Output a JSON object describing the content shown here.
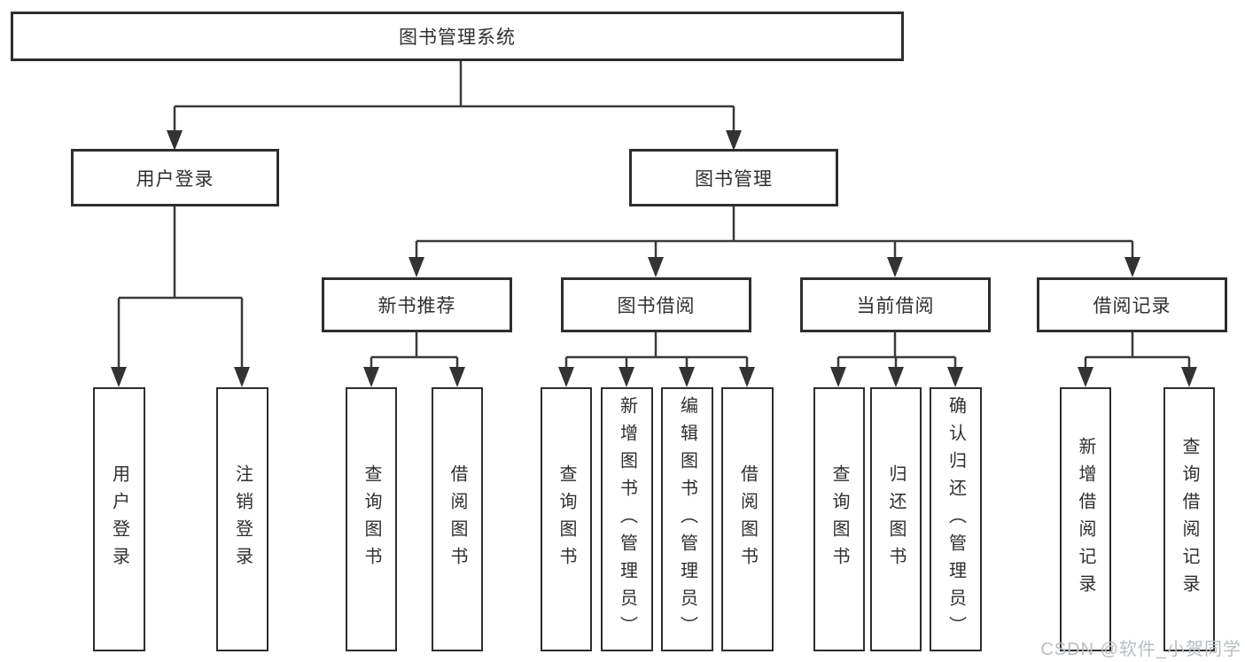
{
  "diagram": {
    "title": "图书管理系统",
    "tree": {
      "label": "图书管理系统",
      "children": [
        {
          "label": "用户登录",
          "children": [
            {
              "label": "用户登录"
            },
            {
              "label": "注销登录"
            }
          ]
        },
        {
          "label": "图书管理",
          "children": [
            {
              "label": "新书推荐",
              "children": [
                {
                  "label": "查询图书"
                },
                {
                  "label": "借阅图书"
                }
              ]
            },
            {
              "label": "图书借阅",
              "children": [
                {
                  "label": "查询图书"
                },
                {
                  "label": "新增图书（管理员）"
                },
                {
                  "label": "编辑图书（管理员）"
                },
                {
                  "label": "借阅图书"
                }
              ]
            },
            {
              "label": "当前借阅",
              "children": [
                {
                  "label": "查询图书"
                },
                {
                  "label": "归还图书"
                },
                {
                  "label": "确认归还（管理员）"
                }
              ]
            },
            {
              "label": "借阅记录",
              "children": [
                {
                  "label": "新增借阅记录"
                },
                {
                  "label": "查询借阅记录"
                }
              ]
            }
          ]
        }
      ]
    }
  },
  "watermark": {
    "text": "CSDN @软件_小贺同学"
  },
  "colors": {
    "background": "#ffffff",
    "line": "#3a3a3a",
    "box_border": "#2e2e2e",
    "text": "#2f2f2f",
    "watermark": "#b9bdc1"
  }
}
